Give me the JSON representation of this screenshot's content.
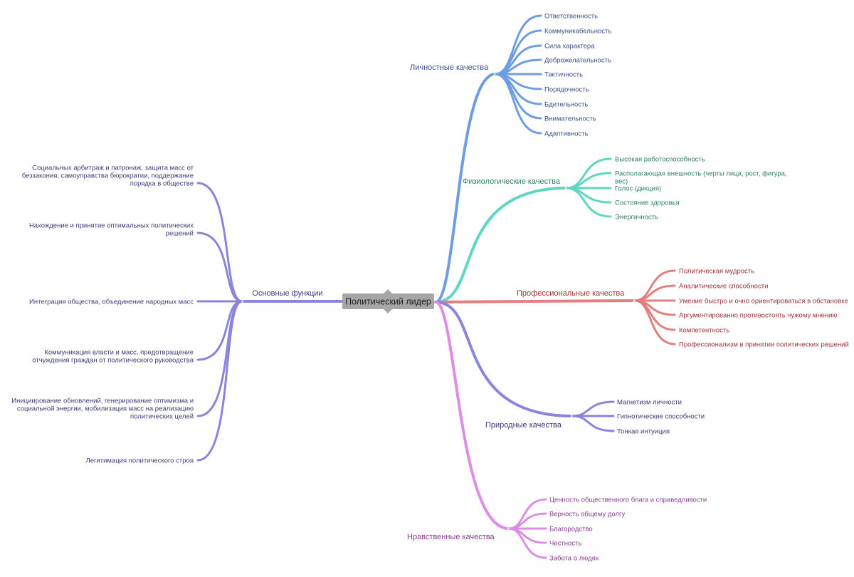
{
  "center": {
    "label": "Политический лидер",
    "bg": "#a6a6a6",
    "color": "#222222"
  },
  "branches": [
    {
      "id": "personal",
      "label": "Личностные качества",
      "color": "#6e9de2",
      "text_color": "#3d4f8a",
      "items": [
        "Ответственность",
        "Коммуникабельность",
        "Сила характера",
        "Доброжелательность",
        "Тактичность",
        "Порядочность",
        "Бдительность",
        "Внимательность",
        "Адаптивность"
      ]
    },
    {
      "id": "physiological",
      "label": "Физиологические качества",
      "color": "#5fd6c3",
      "text_color": "#2e7d6b",
      "items": [
        "Высокая работоспособность",
        [
          "Располагающая внешность (черты лица, рост, фигура,",
          "вес)"
        ],
        "Голос (дикция)",
        "Состояние здоровья",
        "Энергичность"
      ]
    },
    {
      "id": "professional",
      "label": "Профессиональные качества",
      "color": "#e57f7f",
      "text_color": "#9b3232",
      "items": [
        "Политическая мудрость",
        "Аналитические способности",
        "Умение быстро и очно ориентироваться в обстановке",
        "Аргументированно противостоять чужому мнению",
        "Компетентность",
        "Профессионализм в принятии политических решений"
      ]
    },
    {
      "id": "natural",
      "label": "Природные качества",
      "color": "#8b84dc",
      "text_color": "#3a3a78",
      "items": [
        "Магнетизм личности",
        "Гипнотические способности",
        "Тонкая интуиция"
      ]
    },
    {
      "id": "moral",
      "label": "Нравственные качества",
      "color": "#dc8ee6",
      "text_color": "#8a3a93",
      "items": [
        "Ценность общественного блага и справедливости",
        "Верность общему долгу",
        "Благородство",
        "Честность",
        "Забота о людях"
      ]
    },
    {
      "id": "functions",
      "label": "Основные функции",
      "color": "#8b84dc",
      "text_color": "#3a3a78",
      "items": [
        [
          "Социальных арбитраж и патронаж, защита масс от",
          "беззакония, самоуправства бюрократии, поддержание",
          "порядка в обществе"
        ],
        [
          "Нахождение и принятие оптимальных политических",
          "решений"
        ],
        "Интеграция общества, объединение народных масс",
        [
          "Коммуникация власти и масс, предотвращение",
          "отчуждения граждан от политического руководства"
        ],
        [
          "Инициирование обновлений, генерирование оптимизма и",
          "социальной энергии, мобилизация масс на реализацию",
          "политических целей"
        ],
        "Легитимация политического строя"
      ]
    }
  ]
}
